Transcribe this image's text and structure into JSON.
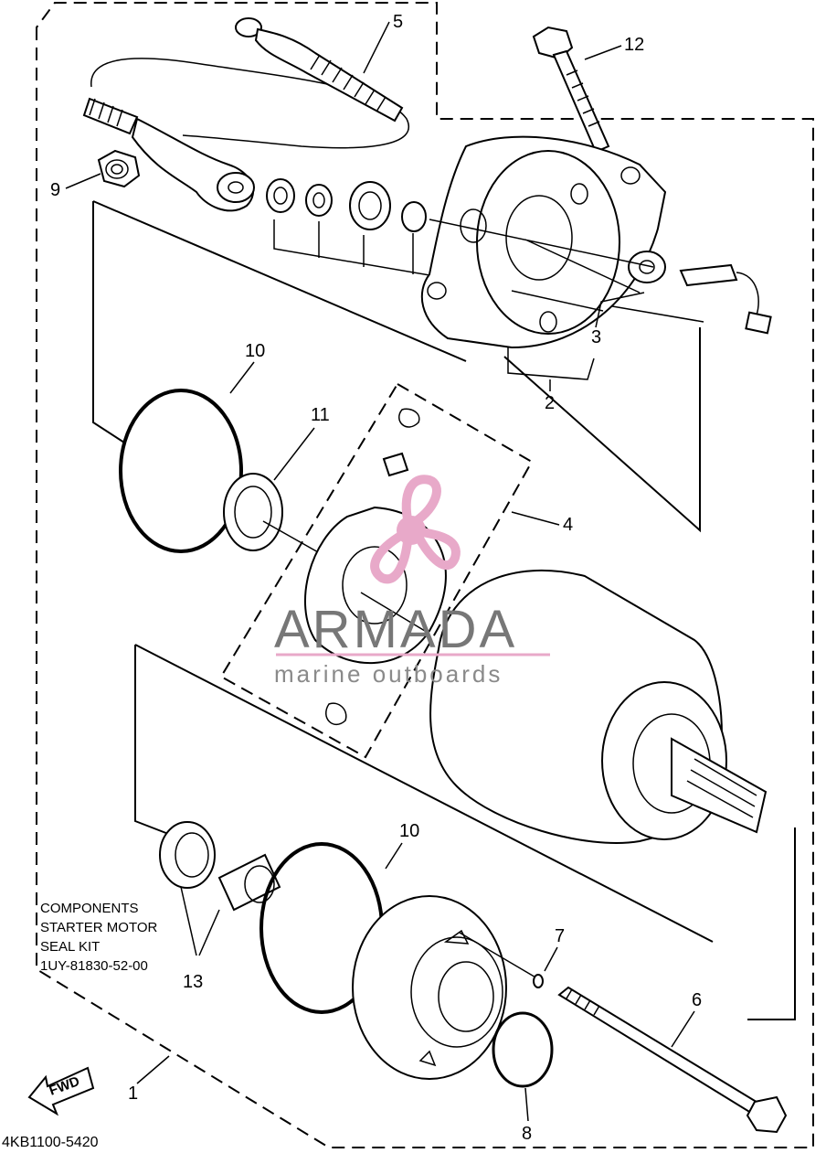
{
  "part_numbers": {
    "p1": "1",
    "p2": "2",
    "p3": "3",
    "p4": "4",
    "p5": "5",
    "p6": "6",
    "p7": "7",
    "p8": "8",
    "p9": "9",
    "p10a": "10",
    "p10b": "10",
    "p11": "11",
    "p12": "12",
    "p13": "13"
  },
  "note": {
    "line1": "COMPONENTS",
    "line2": "STARTER MOTOR",
    "line3": "SEAL KIT",
    "line4": "1UY-81830-52-00"
  },
  "diagram_code": "4KB1100-5420",
  "fwd_label": "FWD",
  "watermark": {
    "brand": "ARMADA",
    "tagline": "marine outboards",
    "accent_color": "#e8a9c9"
  }
}
